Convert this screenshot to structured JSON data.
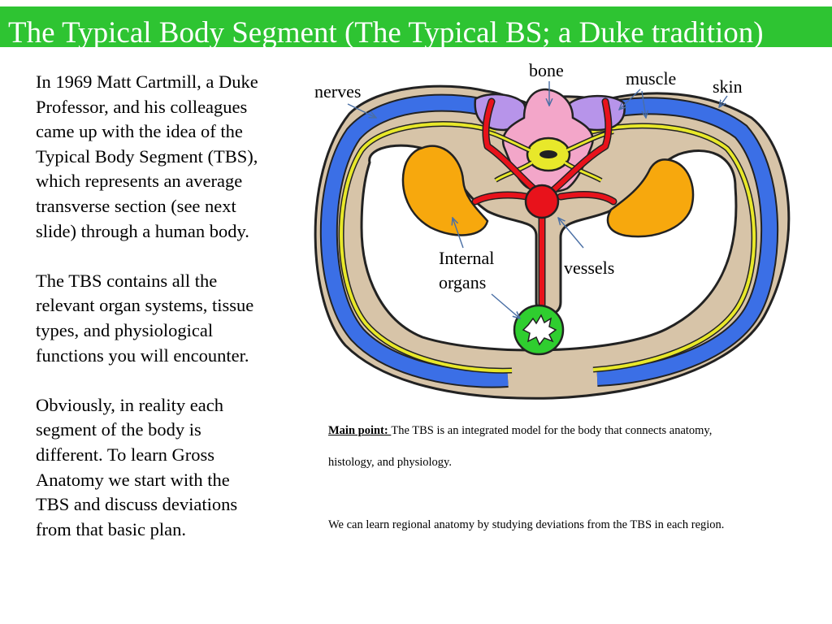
{
  "title": "The Typical Body Segment (The Typical BS; a Duke tradition)",
  "left_text": [
    [
      "In 1969 Matt Cartmill, a Duke",
      "Professor, and his colleagues",
      "came up with the idea of the",
      "Typical Body Segment (TBS),",
      "which represents an average",
      "transverse section (see next",
      "slide) through a human body."
    ],
    [
      "The TBS contains all the",
      "relevant organ systems, tissue",
      "types, and physiological",
      "functions you will encounter."
    ],
    [
      "Obviously, in reality each",
      "segment of the body is",
      "different. To learn Gross",
      "Anatomy we start with the",
      "TBS and discuss deviations",
      "from that basic plan."
    ]
  ],
  "diagram": {
    "labels": {
      "bone": "bone",
      "muscle": "muscle",
      "skin": "skin",
      "nerves": "nerves",
      "organs_1": "Internal",
      "organs_2": "organs",
      "vessels": "vessels"
    },
    "colors": {
      "skin": "#d7c4a8",
      "muscle": "#3b6fe6",
      "nerve": "#e8e82a",
      "bone": "#f3a6c9",
      "vertebra": "#b794ea",
      "organ": "#f7a80d",
      "vessel": "#e8121b",
      "gut": "#2fce2f"
    }
  },
  "notes": {
    "main_label": "Main point: ",
    "line1": "The TBS is an integrated model for the body that connects anatomy,",
    "line2": "histology, and physiology.",
    "line3": "We can learn regional anatomy by studying deviations from the TBS in each region."
  }
}
